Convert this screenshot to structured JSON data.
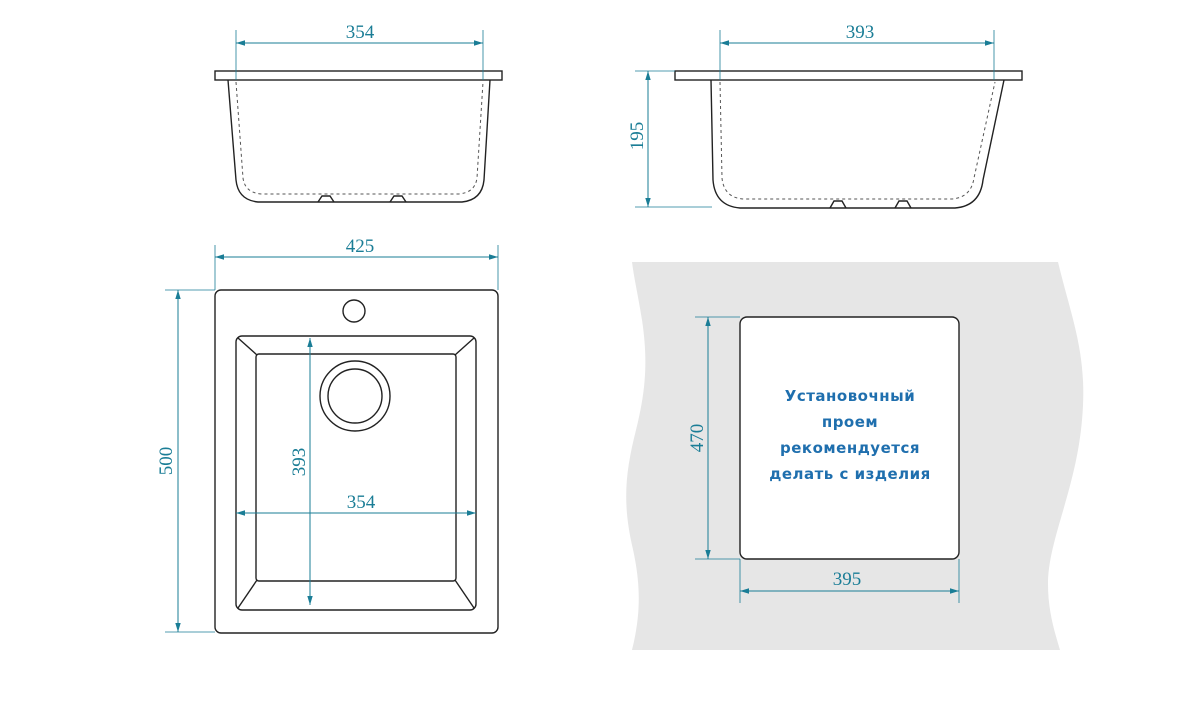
{
  "dimensions": {
    "front_view_width": "354",
    "side_view_width": "393",
    "side_view_height": "195",
    "top_overall_width": "425",
    "top_overall_height": "500",
    "top_bowl_height": "393",
    "top_bowl_width": "354",
    "cutout_height": "470",
    "cutout_width": "395"
  },
  "cutout_note": {
    "line1": "Установочный",
    "line2": "проем",
    "line3": "рекомендуется",
    "line4": "делать с изделия"
  },
  "colors": {
    "dimension": "#1a7d96",
    "note": "#1f6fae",
    "countertop": "#e6e6e6",
    "outline": "#222222"
  }
}
